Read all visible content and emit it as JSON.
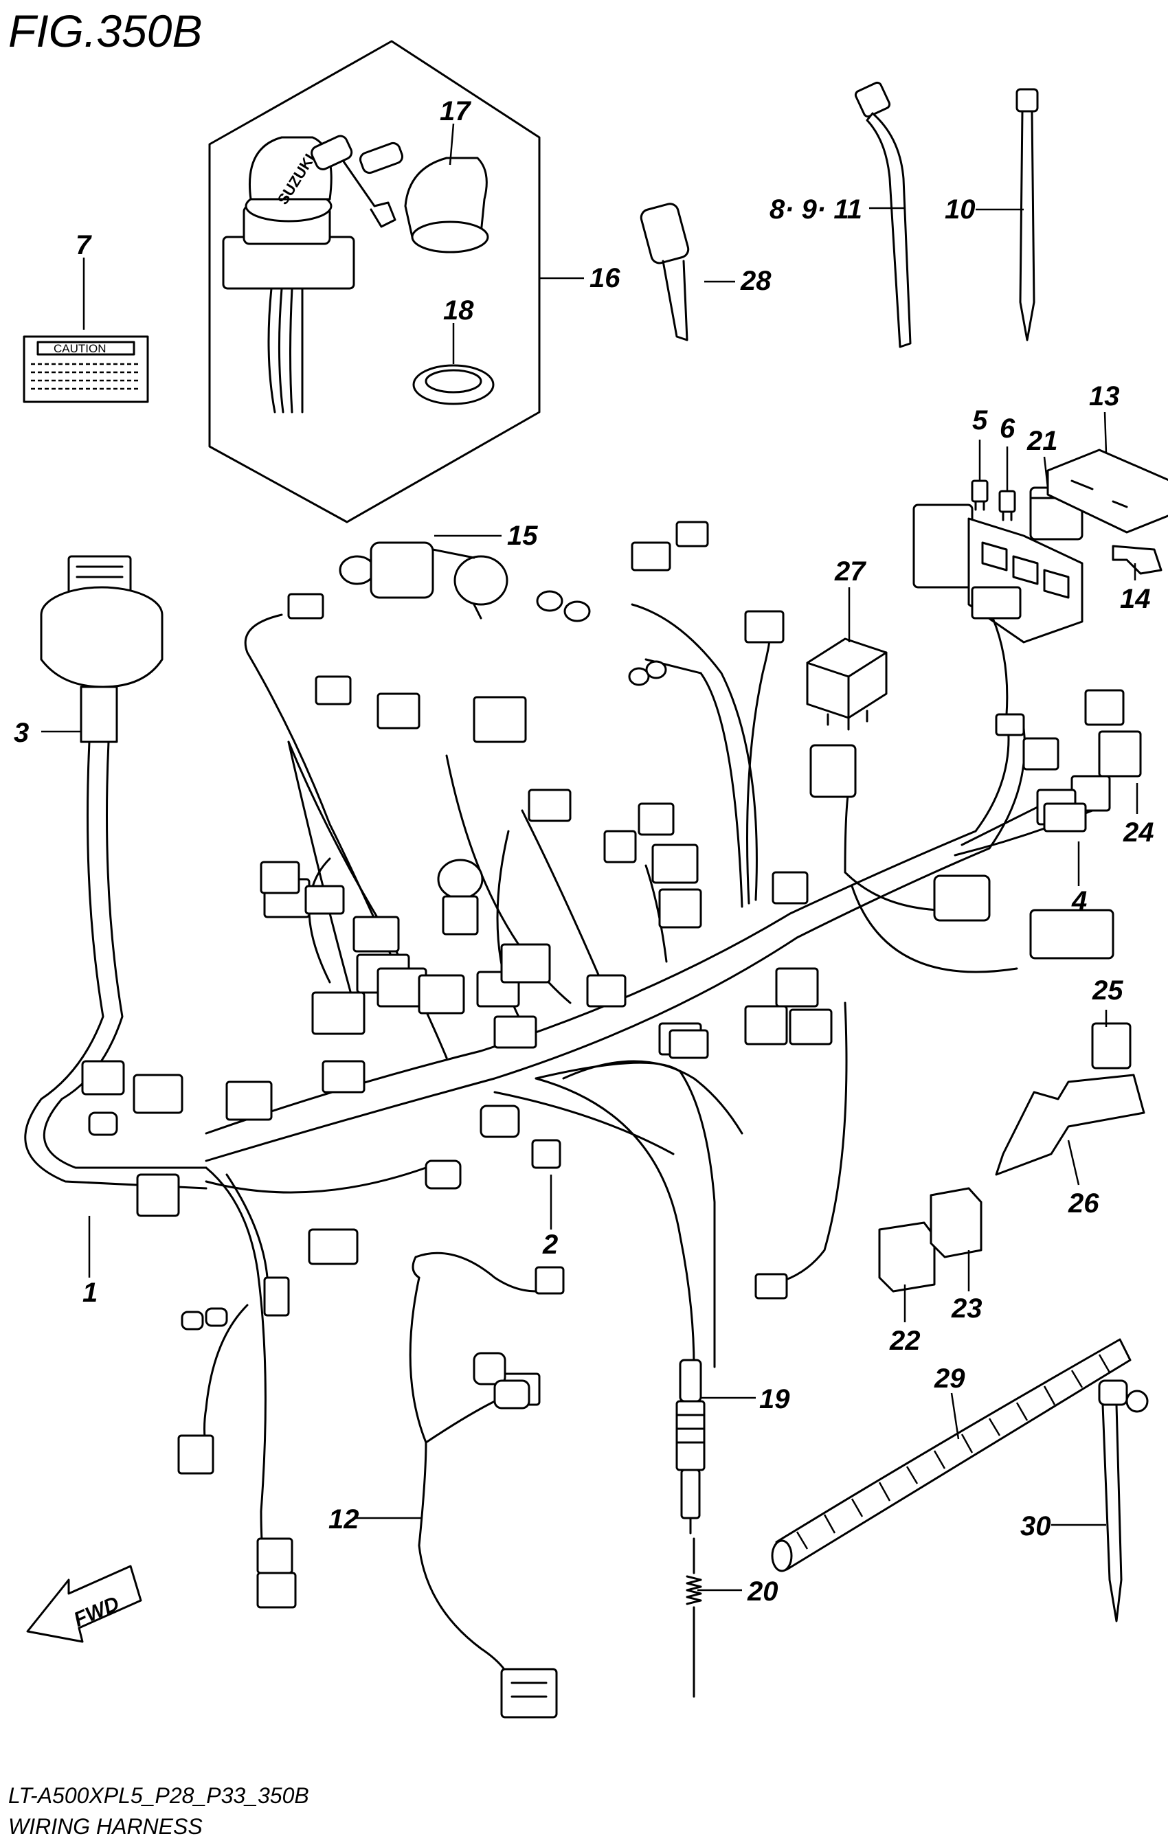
{
  "figure": {
    "title": "FIG.350B",
    "model_code": "LT-A500XPL5_P28_P33_350B",
    "caption": "WIRING HARNESS"
  },
  "caution_label_text": "CAUTION",
  "key_brand_text": "SUZUKI",
  "direction_arrow_text": "FWD",
  "callouts": {
    "p1": "1",
    "p2": "2",
    "p3": "3",
    "p4": "4",
    "p5": "5",
    "p6": "6",
    "p7": "7",
    "p8_9_11": "8· 9· 11",
    "p10": "10",
    "p12": "12",
    "p13": "13",
    "p14": "14",
    "p15": "15",
    "p16": "16",
    "p17": "17",
    "p18": "18",
    "p19": "19",
    "p20": "20",
    "p21": "21",
    "p22": "22",
    "p23": "23",
    "p24": "24",
    "p25": "25",
    "p26": "26",
    "p27": "27",
    "p28": "28",
    "p29": "29",
    "p30": "30"
  },
  "colors": {
    "line": "#000000",
    "background": "#ffffff"
  }
}
